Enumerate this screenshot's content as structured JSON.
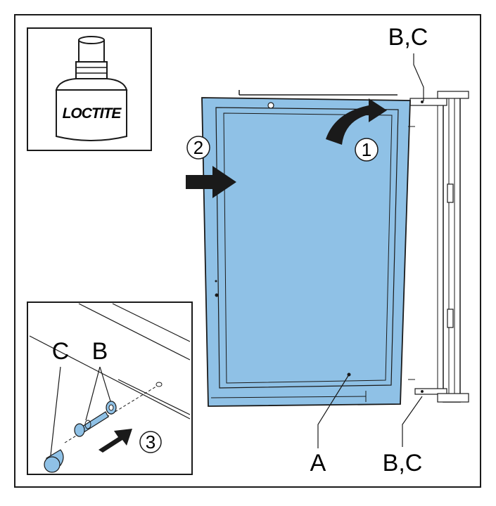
{
  "labels": {
    "top_right": "B,C",
    "bottom_right": "B,C",
    "bottom_center": "A",
    "inset_c": "C",
    "inset_b": "B"
  },
  "steps": {
    "one": "1",
    "two": "2",
    "three": "3"
  },
  "inset_top": {
    "brand": "LOCTITE"
  },
  "colors": {
    "panel_fill": "#8fc1e6",
    "panel_stroke": "#1a1a1a",
    "arrow": "#1a1a1a"
  }
}
